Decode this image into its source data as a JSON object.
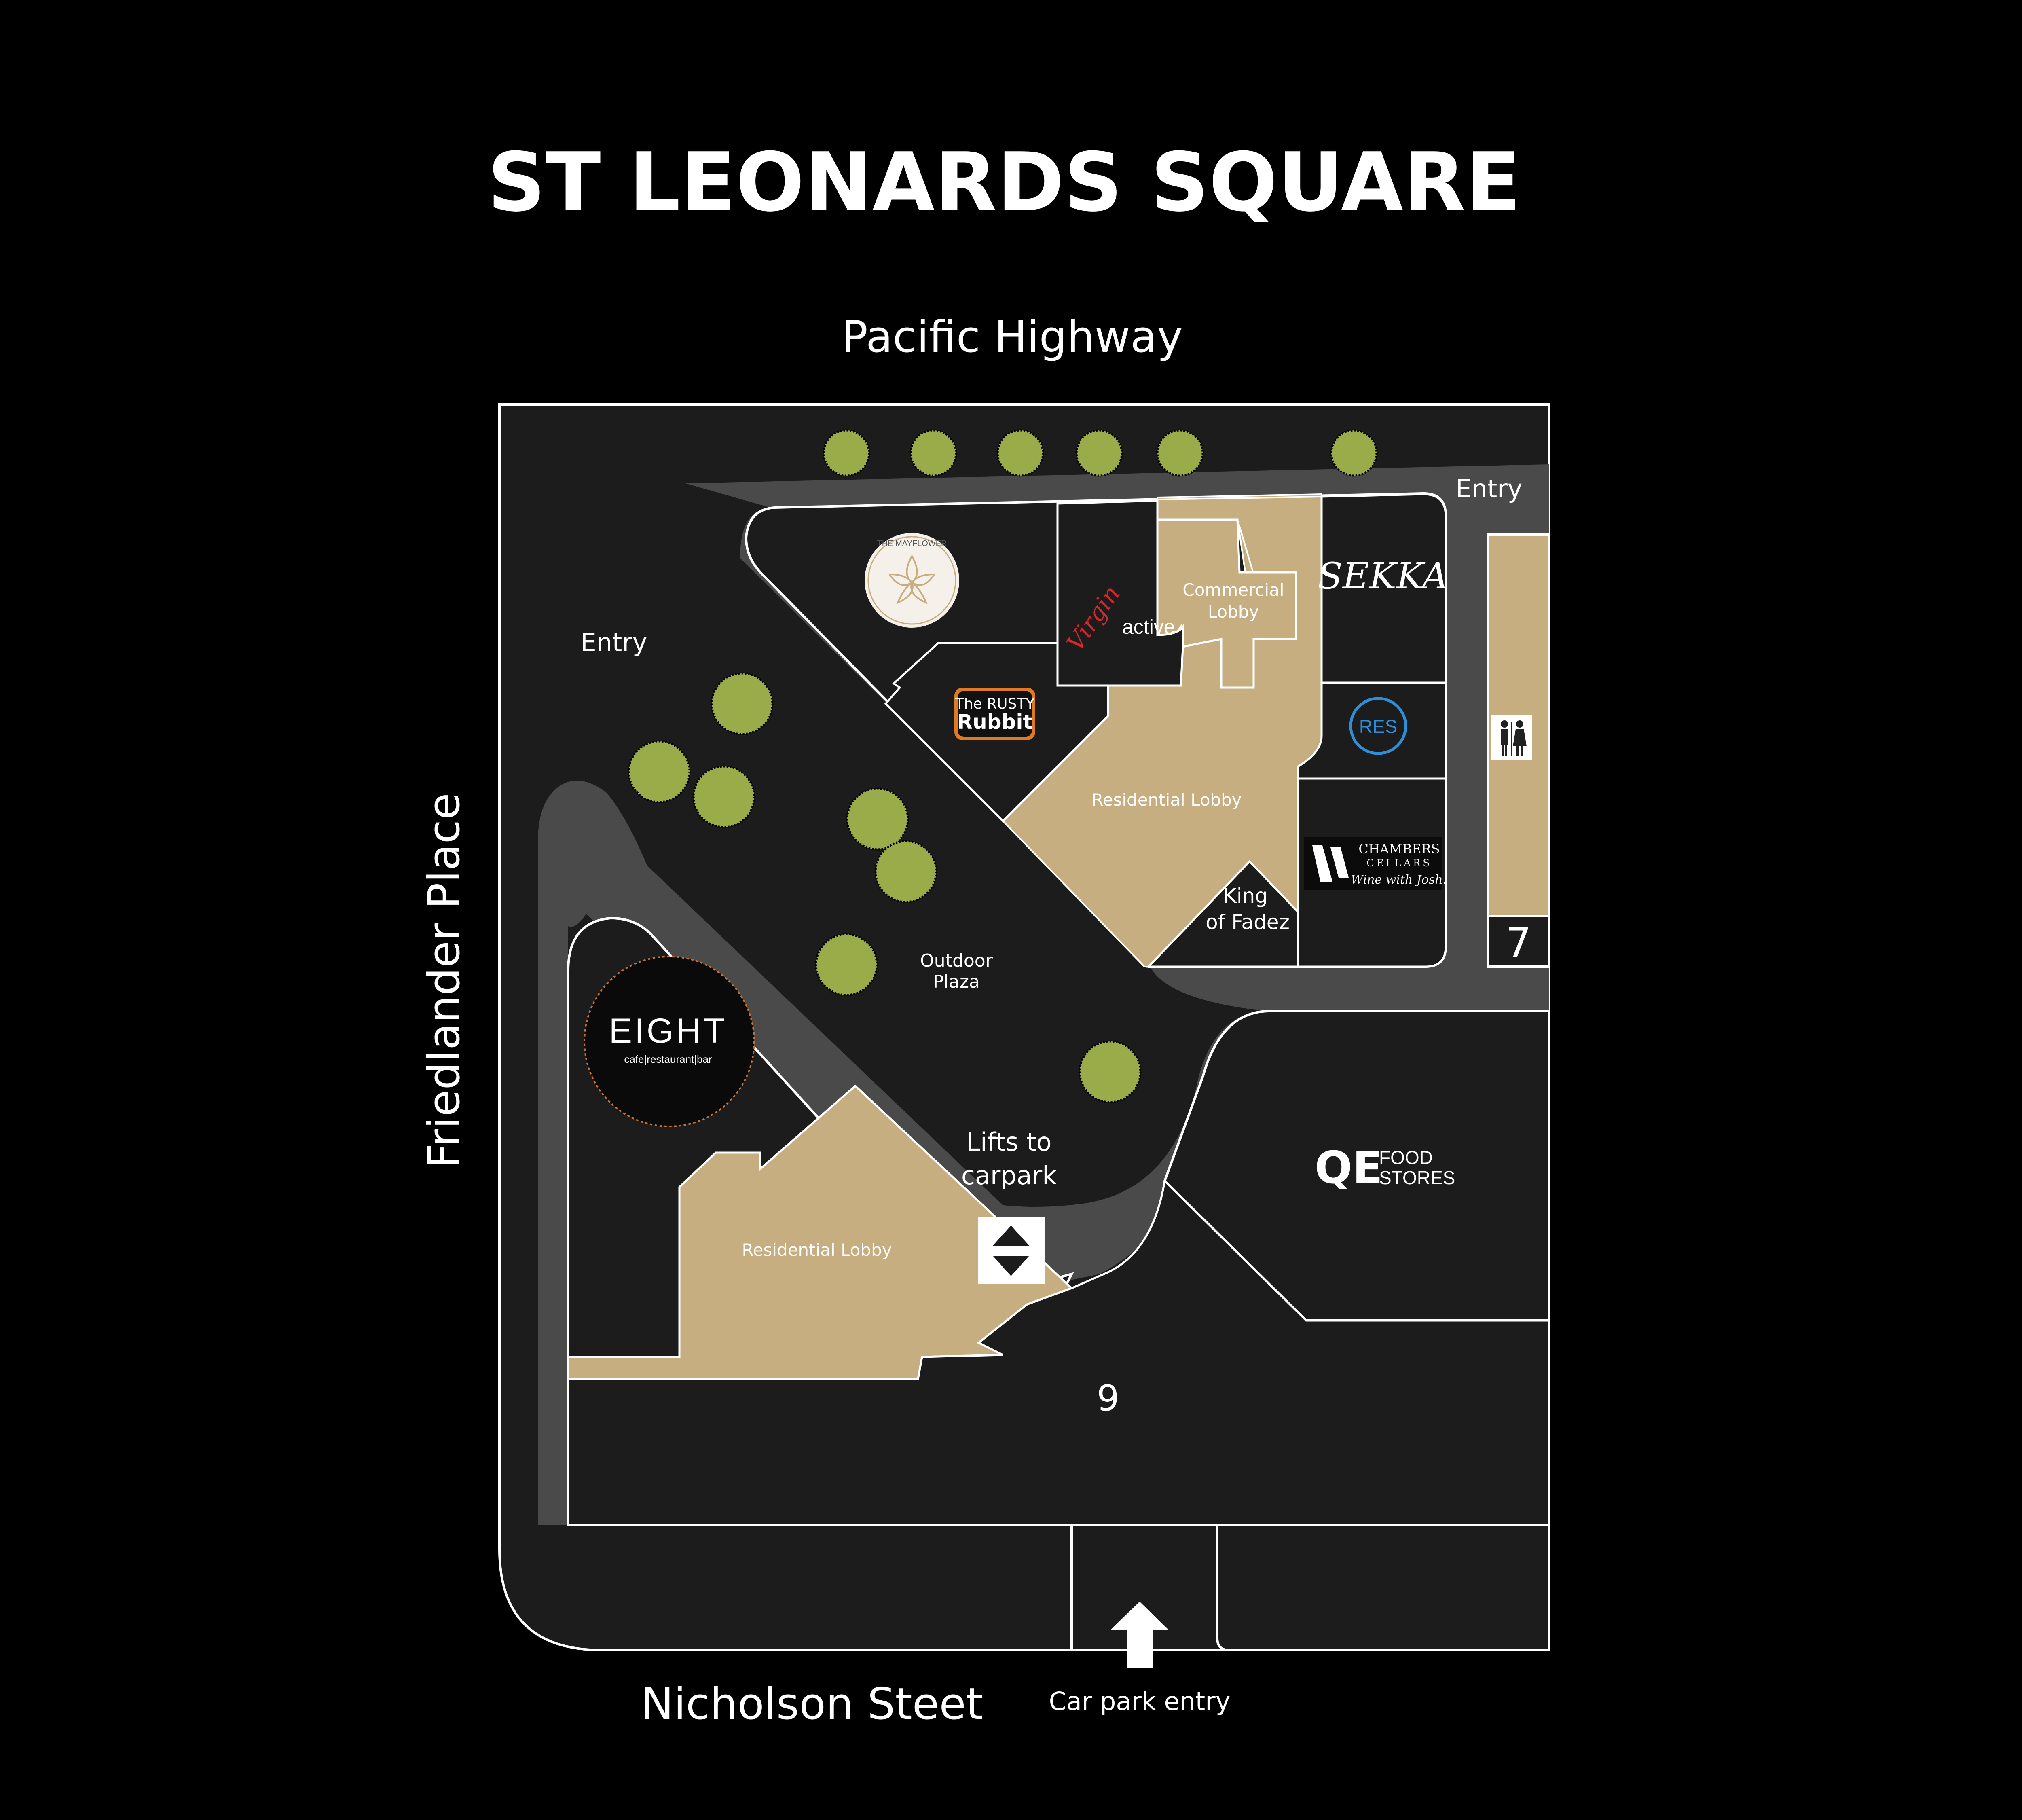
{
  "title": "ST LEONARDS SQUARE",
  "streets": {
    "north": "Pacific Highway",
    "west": "Friedlander Place",
    "south": "Nicholson Steet"
  },
  "labels": {
    "entry_top_right": "Entry",
    "entry_left": "Entry",
    "commercial_lobby_1": "Commercial",
    "commercial_lobby_2": "Lobby",
    "residential_lobby_north": "Residential Lobby",
    "residential_lobby_south": "Residential Lobby",
    "king_of_fadez_1": "King",
    "king_of_fadez_2": "of Fadez",
    "outdoor_plaza_1": "Outdoor",
    "outdoor_plaza_2": "Plaza",
    "lifts_1": "Lifts to",
    "lifts_2": "carpark",
    "car_park_entry": "Car park entry",
    "zone_7": "7",
    "zone_9": "9"
  },
  "brands": {
    "mayflower": "THE MAYFLOWER",
    "virgin": "Virgin",
    "active": "active",
    "sekka": "SEKKA",
    "rusty_1": "The RUSTY",
    "rusty_2": "Rubbit",
    "res": "RES",
    "chambers_1": "CHAMBERS",
    "chambers_2": "CELLARS",
    "chambers_3": "Wine with Josh!",
    "eight": "EIGHT",
    "eight_sub": "cafe|restaurant|bar",
    "qe_mark": "QE",
    "food": "FOOD",
    "stores": "STORES"
  },
  "colors": {
    "background": "#000000",
    "building": "#1c1c1d",
    "road": "#4a4a4a",
    "lobby": "#c7ae80",
    "tree": "#9aab4a",
    "outline": "#ffffff",
    "virgin_red": "#d6262c",
    "res_blue": "#2e8ed8"
  },
  "icons": [
    "toilet-icon",
    "lift-icon",
    "car-entry-arrow-icon",
    "tree-icon"
  ]
}
